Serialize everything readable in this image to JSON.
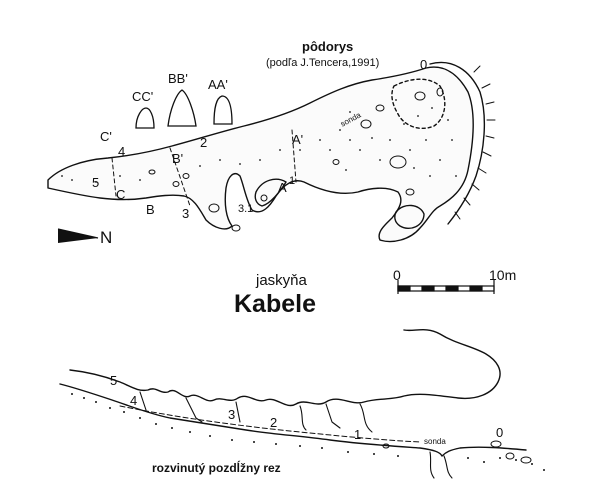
{
  "plan": {
    "title": "pôdorys",
    "source": "(podľa J.Tencera,1991)",
    "point_labels": {
      "p0": "0",
      "p2": "2",
      "p3": "3",
      "p31": "3.1",
      "p4": "4",
      "p5": "5",
      "a_prime": "A'",
      "a": "A",
      "a_one": "1",
      "b_prime": "B'",
      "b": "B",
      "c_prime": "C'",
      "c": "C",
      "sonda": "sonda"
    },
    "cross_section_labels": [
      "CC'",
      "BB'",
      "AA'"
    ]
  },
  "cave": {
    "word": "jaskyňa",
    "name": "Kabele"
  },
  "north_arrow": {
    "label": "N"
  },
  "scale_bar": {
    "start": "0",
    "end": "10m"
  },
  "profile": {
    "title": "rozvinutý pozdĺžny rez",
    "point_labels": {
      "p0": "0",
      "p1": "1",
      "p2": "2",
      "p3": "3",
      "p4": "4",
      "p5": "5",
      "sonda": "sonda"
    }
  }
}
